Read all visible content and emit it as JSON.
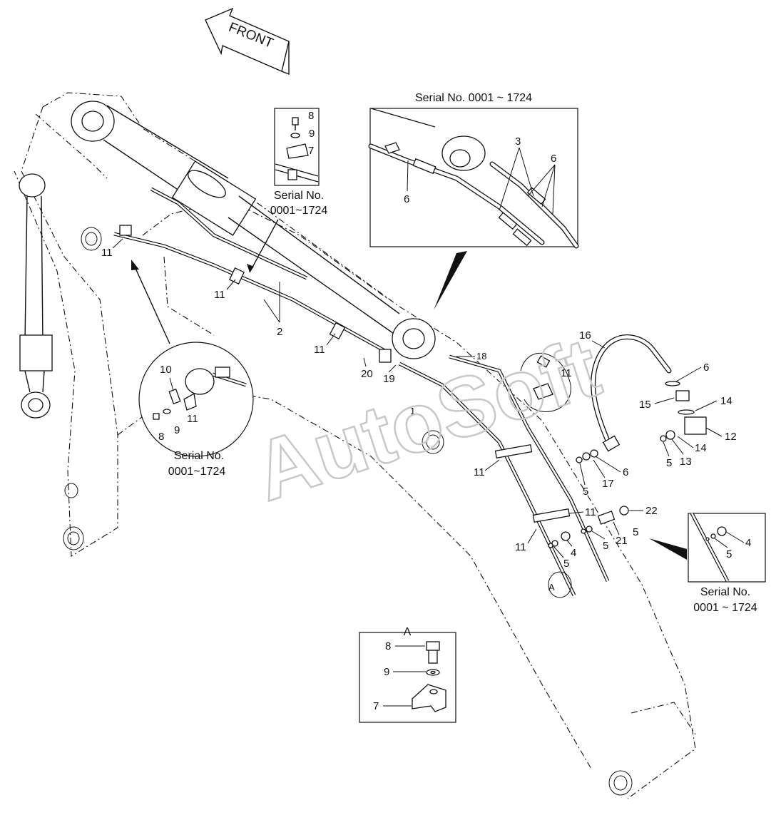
{
  "arrow_label": "FRONT",
  "watermark": "AutoSoft",
  "serial_numbers": {
    "top_inset": "Serial No. 0001 ~ 1724",
    "small_inset_line1": "Serial No.",
    "small_inset_line2": "0001~1724",
    "left_inset_line1": "Serial No.",
    "left_inset_line2": "0001~1724",
    "right_inset_line1": "Serial No.",
    "right_inset_line2": "0001 ~ 1724"
  },
  "detail_label": "A",
  "callouts": {
    "p1": "1",
    "p2": "2",
    "p3": "3",
    "p4": "4",
    "p5": "5",
    "p6": "6",
    "p7": "7",
    "p8": "8",
    "p9": "9",
    "p10": "10",
    "p11": "11",
    "p12": "12",
    "p13": "13",
    "p14": "14",
    "p15": "15",
    "p16": "16",
    "p17": "17",
    "p18": "18",
    "p19": "19",
    "p20": "20",
    "p21": "21",
    "p22": "22"
  }
}
